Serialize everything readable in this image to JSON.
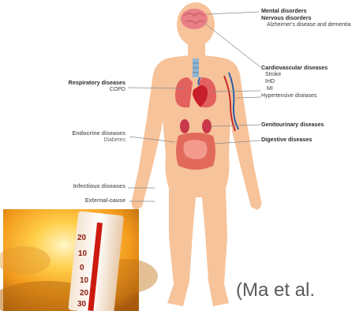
{
  "labels": {
    "mental": "Mental disorders",
    "nervous": "Nervous disorders",
    "alzheimer": "Alzheimer's disease and dementia",
    "cardiovascular": "Cardiovascular diseases",
    "stroke": "Stroke",
    "ihd": "IHD",
    "mi": "MI",
    "hypertensive": "Hypertensive diseases",
    "respiratory": "Respiratory diseases",
    "copd": "COPD",
    "genitourinary": "Genitourinary diseases",
    "digestive": "Digestive diseases",
    "endocrine": "Endocrine diseases",
    "diabetes": "Diabetes",
    "infectious": "Infectious diseases",
    "external": "External-cause"
  },
  "thermometer": {
    "scale": [
      "20",
      "10",
      "0",
      "10",
      "20",
      "30"
    ]
  },
  "citation": "(Ma et al."
}
